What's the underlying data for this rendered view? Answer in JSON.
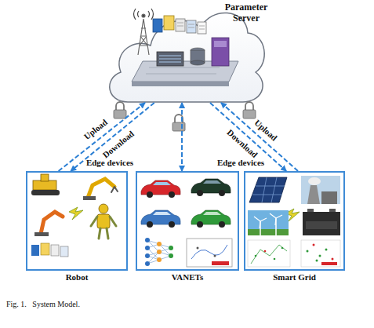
{
  "diagram": {
    "caption": "Fig. 1.   System Model.",
    "nodes": [
      {
        "text": [
          "Parameter Server"
        ]
      },
      {
        "text": [
          "Robot"
        ]
      },
      {
        "text": [
          "VANETs"
        ]
      },
      {
        "text": [
          "Smart Grid"
        ]
      }
    ],
    "edges": [
      {
        "from": 1,
        "to": 0,
        "arrow": "to",
        "label": "Upload"
      },
      {
        "from": 0,
        "to": 1,
        "arrow": "to",
        "label": "Download"
      },
      {
        "from": 0,
        "to": 2,
        "arrow": "both"
      },
      {
        "from": 0,
        "to": 3,
        "arrow": "to",
        "label": "Download"
      },
      {
        "from": 3,
        "to": 0,
        "arrow": "to",
        "label": "Upload"
      }
    ],
    "labels": [
      "Edge devices",
      "Edge devices"
    ]
  }
}
